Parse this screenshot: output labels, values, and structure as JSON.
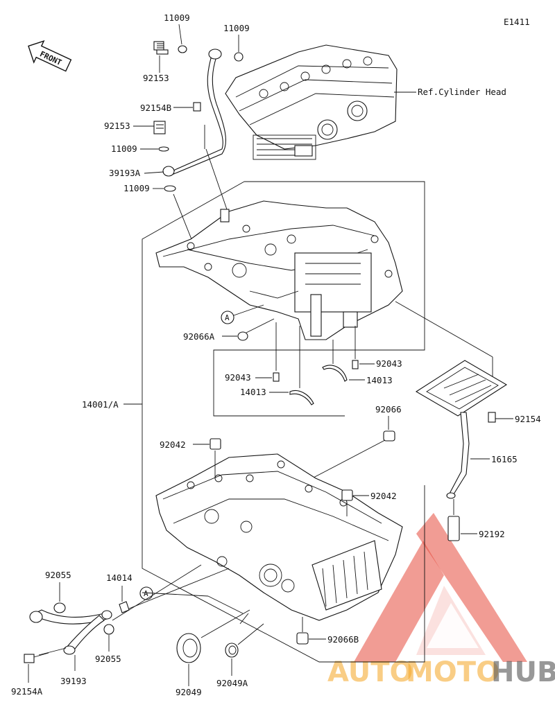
{
  "diagram_code": "E1411",
  "front_label": "FRONT",
  "ref_label": "Ref.Cylinder Head",
  "labels": {
    "p11009_a": "11009",
    "p11009_b": "11009",
    "p92153_a": "92153",
    "p92154b": "92154B",
    "p92153_b": "92153",
    "p11009_c": "11009",
    "p39193a": "39193A",
    "p11009_d": "11009",
    "pA_top": "A",
    "p92066a": "92066A",
    "p92043_a": "92043",
    "p14013_a": "14013",
    "p92043_b": "92043",
    "p14013_b": "14013",
    "p14001a": "14001/A",
    "p92066": "92066",
    "p92154": "92154",
    "p92042_a": "92042",
    "p16165": "16165",
    "p92042_b": "92042",
    "p92192": "92192",
    "p92055_a": "92055",
    "p14014": "14014",
    "pA_bottom": "A",
    "p92055_b": "92055",
    "p92154a": "92154A",
    "p39193": "39193",
    "p92049": "92049",
    "p92049a": "92049A",
    "p92066b": "92066B"
  },
  "watermark": {
    "text_part1": "AUTO",
    "text_part2": "MOTO",
    "text_part3": "HUB",
    "color_red": "#e64b3c",
    "color_orange": "#f5a623",
    "color_gray": "#555555"
  }
}
